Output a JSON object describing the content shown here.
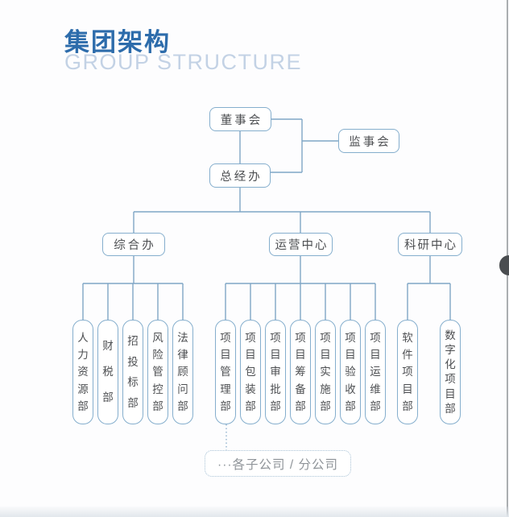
{
  "colors": {
    "title_cn": "#2d6cab",
    "title_en": "#c3d2e5",
    "line": "#7fa6c6",
    "box_border": "#85aecd",
    "box_text": "#4d4f52",
    "footer_text": "#8f9499",
    "footer_border": "#a9c2d6",
    "handle": "#4a4d50",
    "edge_line": "#95989c"
  },
  "header": {
    "title_cn": "集团架构",
    "title_en": "GROUP STRUCTURE"
  },
  "org_chart": {
    "type": "org-tree",
    "nodes": {
      "board": "董事会",
      "supervisory": "监事会",
      "gm_office": "总经办"
    },
    "branches": [
      {
        "label": "综合办",
        "departments": [
          "人力资源部",
          "财税部",
          "招投标部",
          "风险管控部",
          "法律顾问部"
        ]
      },
      {
        "label": "运营中心",
        "departments": [
          "项目管理部",
          "项目包装部",
          "项目审批部",
          "项目筹备部",
          "项目实施部",
          "项目验收部",
          "项目运维部"
        ]
      },
      {
        "label": "科研中心",
        "departments": [
          "软件项目部",
          "数字化项目部"
        ]
      }
    ],
    "footer_note": "···各子公司 / 分公司"
  }
}
